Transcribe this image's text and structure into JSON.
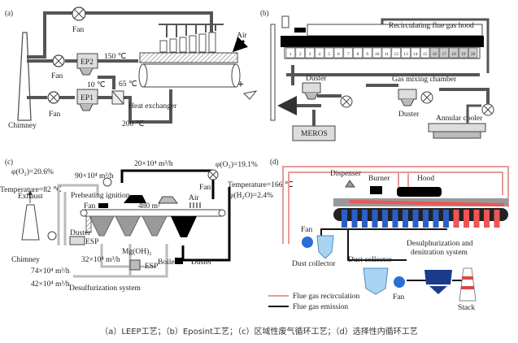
{
  "panels": {
    "a": {
      "tag": "(a)",
      "fan_top": "Fan",
      "fan_mid": "Fan",
      "fan_bottom": "Fan",
      "ep2": "EP2",
      "ep1": "EP1",
      "temp_150": "150 ℃",
      "temp_10": "10 ℃",
      "temp_65": "65 ℃",
      "temp_200": "200 ℃",
      "heat_exchanger": "Heat exchanger",
      "air": "Air",
      "chimney": "Chimney",
      "plus": "+"
    },
    "b": {
      "tag": "(b)",
      "hood": "Recirculating flue gas hood",
      "duster1": "Duster",
      "duster2": "Duster",
      "gas_mixing": "Gas mixing chamber",
      "annular_cooler": "Annular cooler",
      "meros": "MEROS",
      "box_numbers": [
        "1",
        "2",
        "3",
        "4",
        "5",
        "6",
        "7",
        "8",
        "9",
        "10",
        "11",
        "12",
        "13",
        "14",
        "15",
        "16",
        "17",
        "18",
        "19",
        "20"
      ]
    },
    "c": {
      "tag": "(c)",
      "o2_left": "φ(O₂)=20.6%",
      "flow_90": "90×10⁴ m³/h",
      "temp_82": "Temperature=82 ℃",
      "flow_20": "20×10⁴ m³/h",
      "o2_right": "φ(O₂)=19.1%",
      "temp_166": "Temperature=166 ℃",
      "h2o": "φ(H₂O)=2.4%",
      "fan_right": "Fan",
      "exhaust": "Exhaust",
      "preheating": "Preheating ignition",
      "fan_inner": "Fan",
      "area": "480 m²",
      "air": "Air",
      "duster_left": "Duster",
      "esp1": "ESP",
      "chimney": "Chimney",
      "mgoh": "Mg(OH)₂",
      "flow_32": "32×10⁴ m³/h",
      "esp2": "ESP",
      "boiler": "Boiler",
      "duster_right": "Duster",
      "flow_74": "74×10⁴ m³/h",
      "flow_42": "42×10⁴ m³/h",
      "desulf": "Desulfurization system"
    },
    "d": {
      "tag": "(d)",
      "dispenser": "Dispenser",
      "burner": "Burner",
      "hood": "Hood",
      "fan1": "Fan",
      "dust_collector1": "Dust collector",
      "dust_collector2": "Dust collector",
      "desulf": "Desulphurization and",
      "denitration": "denitration system",
      "fan2": "Fan",
      "stack": "Stack",
      "legend_recirc": "Flue gas recirculation",
      "legend_emission": "Flue gas emission"
    }
  },
  "caption": "（a）LEEP工艺；（b）Eposint工艺；（c）区域性废气循环工艺；（d）选择性内循环工艺"
}
